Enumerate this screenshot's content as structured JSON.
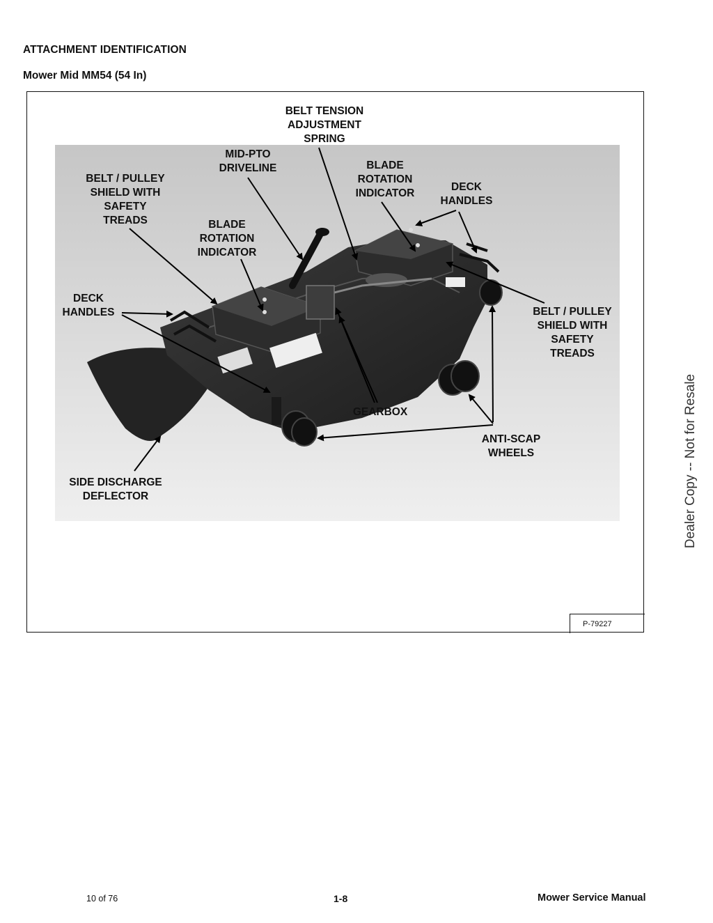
{
  "header": {
    "section_title": "ATTACHMENT IDENTIFICATION",
    "subsection_title": "Mower Mid MM54 (54 In)"
  },
  "figure": {
    "id": "P-79227",
    "callouts": {
      "belt_tension": "BELT TENSION\nADJUSTMENT\nSPRING",
      "mid_pto": "MID-PTO\nDRIVELINE",
      "blade_rotation_right": "BLADE\nROTATION\nINDICATOR",
      "deck_handles_right": "DECK\nHANDLES",
      "belt_pulley_left": "BELT / PULLEY\nSHIELD WITH\nSAFETY\nTREADS",
      "blade_rotation_left": "BLADE\nROTATION\nINDICATOR",
      "deck_handles_left": "DECK\nHANDLES",
      "belt_pulley_right": "BELT / PULLEY\nSHIELD WITH\nSAFETY\nTREADS",
      "gearbox": "GEARBOX",
      "anti_scap": "ANTI-SCAP\nWHEELS",
      "side_discharge": "SIDE DISCHARGE\nDEFLECTOR"
    }
  },
  "watermark": "Dealer Copy -- Not for Resale",
  "footer": {
    "page_count": "10 of 76",
    "page_number": "1-8",
    "manual_title": "Mower Service Manual"
  }
}
